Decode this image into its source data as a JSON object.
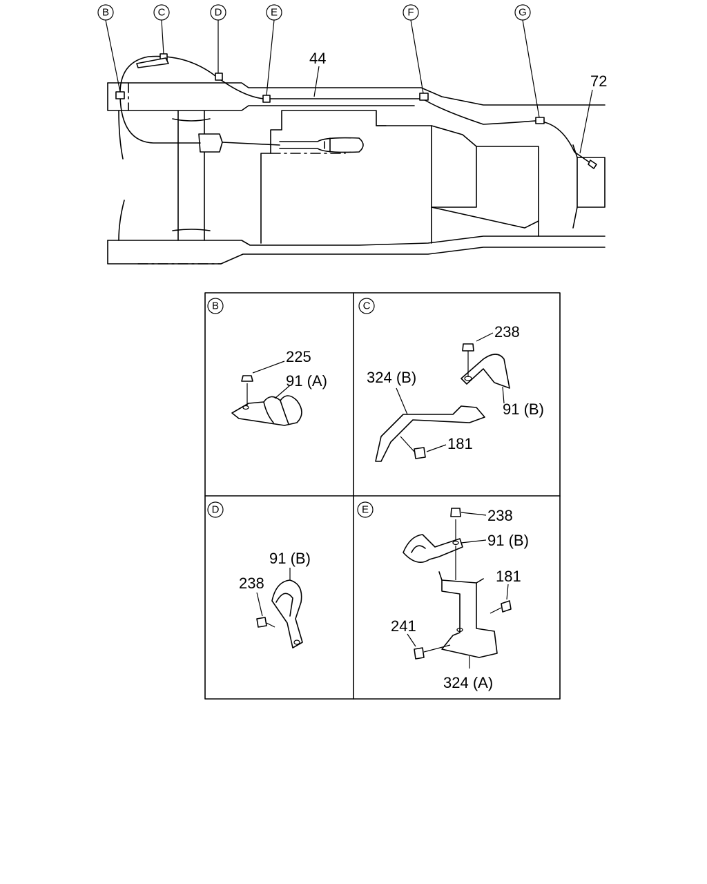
{
  "overview": {
    "callouts": [
      "B",
      "C",
      "D",
      "E",
      "F",
      "G"
    ],
    "part_labels": {
      "cable": "44",
      "end": "72"
    }
  },
  "panels": {
    "B": {
      "letter": "B",
      "labels": [
        "225",
        "91 (A)"
      ]
    },
    "C": {
      "letter": "C",
      "labels": [
        "238",
        "324 (B)",
        "91 (B)",
        "181"
      ]
    },
    "D": {
      "letter": "D",
      "labels": [
        "91 (B)",
        "238"
      ]
    },
    "E": {
      "letter": "E",
      "labels": [
        "238",
        "91 (B)",
        "181",
        "241",
        "324 (A)"
      ]
    }
  }
}
